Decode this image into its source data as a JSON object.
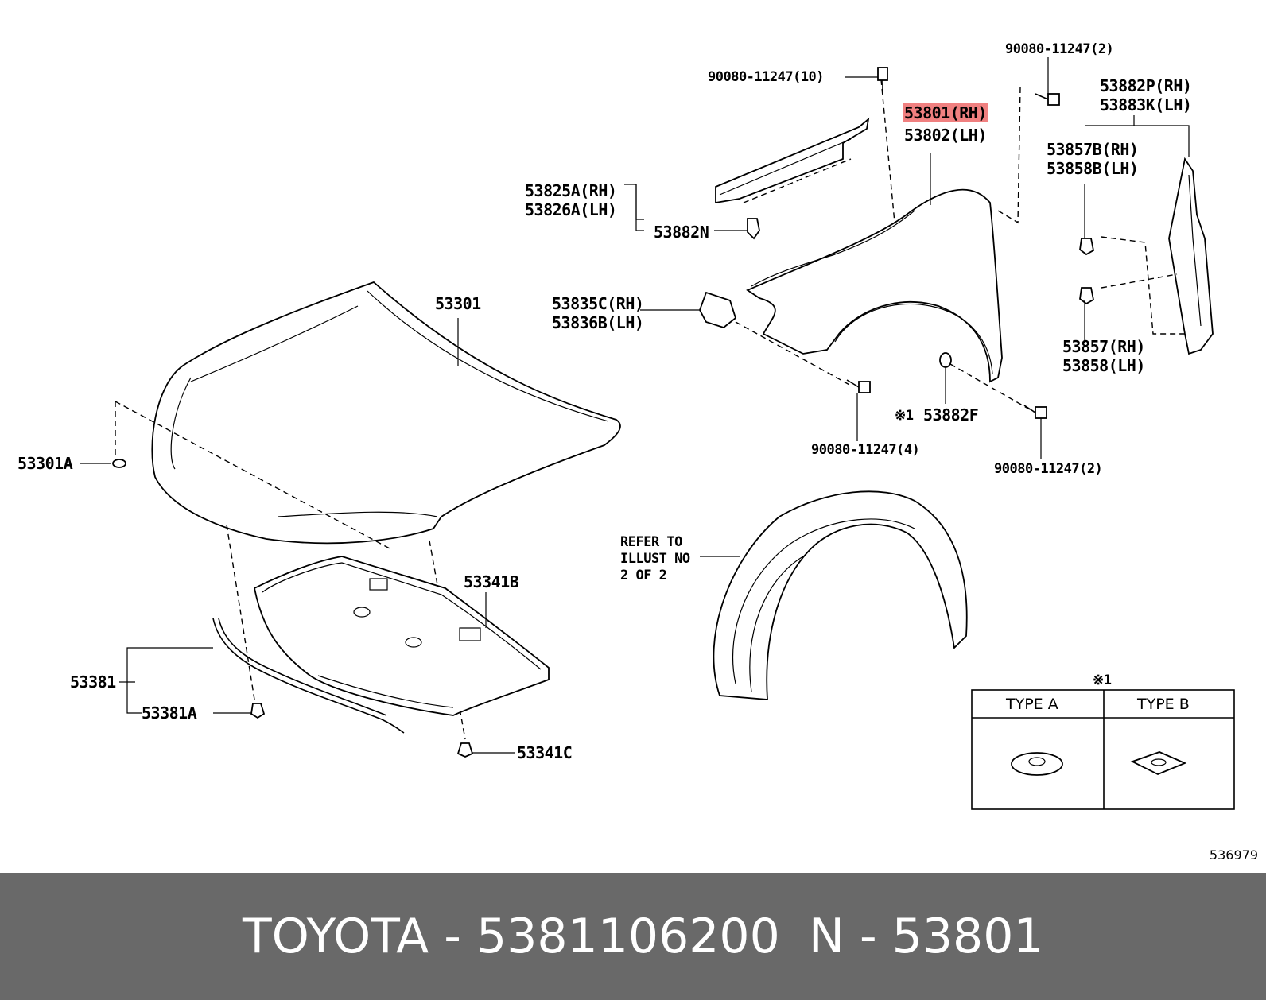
{
  "labels": {
    "l_90080_10": "90080-11247(10)",
    "l_90080_2a": "90080-11247(2)",
    "l_53801": "53801(RH)",
    "l_53802": "53802(LH)",
    "l_53882p": "53882P(RH)",
    "l_53883k": "53883K(LH)",
    "l_53857b": "53857B(RH)",
    "l_53858b": "53858B(LH)",
    "l_53825a": "53825A(RH)",
    "l_53826a": "53826A(LH)",
    "l_53882n": "53882N",
    "l_53301": "53301",
    "l_53835c": "53835C(RH)",
    "l_53836b": "53836B(LH)",
    "l_53857": "53857(RH)",
    "l_53858": "53858(LH)",
    "l_ref1": "※1",
    "l_53882f": "53882F",
    "l_90080_4": "90080-11247(4)",
    "l_90080_2b": "90080-11247(2)",
    "l_53301a": "53301A",
    "l_refer1": "REFER TO",
    "l_refer2": "ILLUST NO",
    "l_refer3": "2 OF 2",
    "l_53341b": "53341B",
    "l_53381": "53381",
    "l_53381a": "53381A",
    "l_53341c": "53341C"
  },
  "type_table": {
    "note": "※1",
    "col_a": "TYPE A",
    "col_b": "TYPE B"
  },
  "image_id": "536979",
  "footer": {
    "brand_part": "TOYOTA - 5381106200",
    "ref": "N - 53801"
  },
  "colors": {
    "highlight": "#f08080",
    "footer_bg": "#696969"
  }
}
